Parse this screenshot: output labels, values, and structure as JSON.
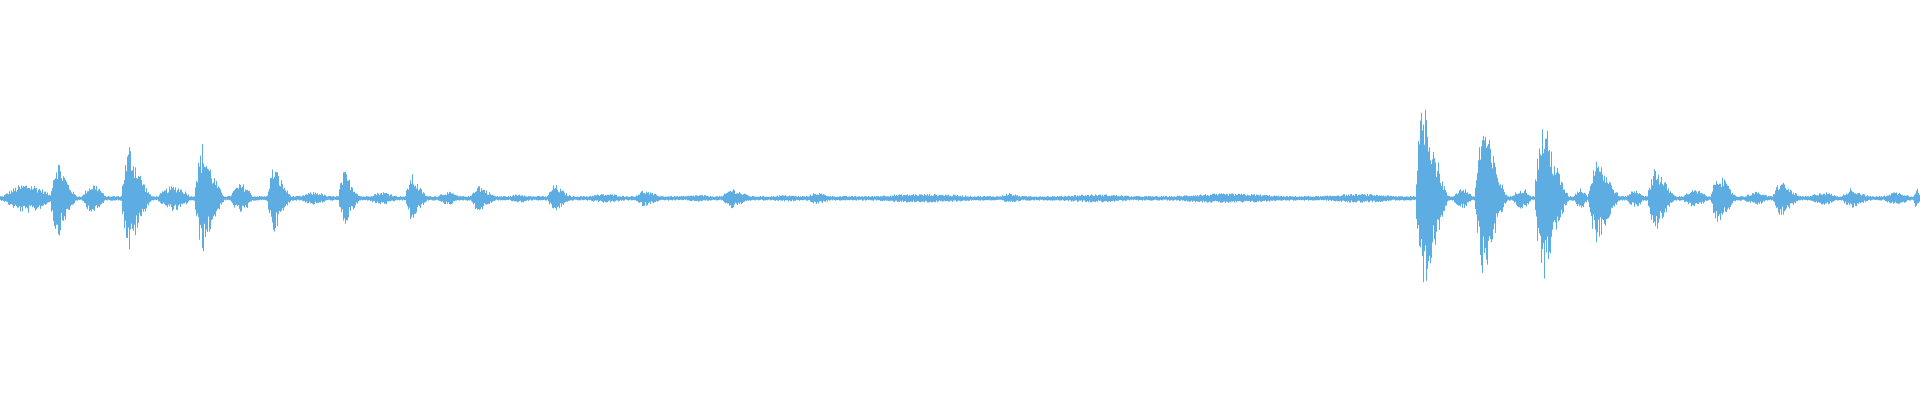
{
  "waveform": {
    "color": "#5DADE2",
    "background": "#FFFFFF",
    "bursts": [
      {
        "start": 0.0,
        "end": 0.028,
        "amplitude": 0.07,
        "shape": "soft"
      },
      {
        "start": 0.026,
        "end": 0.041,
        "amplitude": 0.2,
        "shape": "burst"
      },
      {
        "start": 0.042,
        "end": 0.055,
        "amplitude": 0.07,
        "shape": "soft"
      },
      {
        "start": 0.063,
        "end": 0.08,
        "amplitude": 0.27,
        "shape": "burst"
      },
      {
        "start": 0.081,
        "end": 0.1,
        "amplitude": 0.06,
        "shape": "soft"
      },
      {
        "start": 0.101,
        "end": 0.118,
        "amplitude": 0.27,
        "shape": "burst"
      },
      {
        "start": 0.119,
        "end": 0.132,
        "amplitude": 0.07,
        "shape": "soft"
      },
      {
        "start": 0.139,
        "end": 0.153,
        "amplitude": 0.17,
        "shape": "burst"
      },
      {
        "start": 0.155,
        "end": 0.172,
        "amplitude": 0.03,
        "shape": "soft"
      },
      {
        "start": 0.176,
        "end": 0.189,
        "amplitude": 0.14,
        "shape": "burst"
      },
      {
        "start": 0.19,
        "end": 0.208,
        "amplitude": 0.03,
        "shape": "soft"
      },
      {
        "start": 0.211,
        "end": 0.224,
        "amplitude": 0.12,
        "shape": "burst"
      },
      {
        "start": 0.226,
        "end": 0.24,
        "amplitude": 0.03,
        "shape": "soft"
      },
      {
        "start": 0.245,
        "end": 0.261,
        "amplitude": 0.07,
        "shape": "burst"
      },
      {
        "start": 0.263,
        "end": 0.278,
        "amplitude": 0.02,
        "shape": "soft"
      },
      {
        "start": 0.285,
        "end": 0.3,
        "amplitude": 0.07,
        "shape": "burst"
      },
      {
        "start": 0.301,
        "end": 0.33,
        "amplitude": 0.02,
        "shape": "soft"
      },
      {
        "start": 0.33,
        "end": 0.35,
        "amplitude": 0.04,
        "shape": "burst"
      },
      {
        "start": 0.352,
        "end": 0.375,
        "amplitude": 0.015,
        "shape": "soft"
      },
      {
        "start": 0.376,
        "end": 0.396,
        "amplitude": 0.05,
        "shape": "burst"
      },
      {
        "start": 0.397,
        "end": 0.42,
        "amplitude": 0.015,
        "shape": "soft"
      },
      {
        "start": 0.42,
        "end": 0.44,
        "amplitude": 0.03,
        "shape": "burst"
      },
      {
        "start": 0.441,
        "end": 0.52,
        "amplitude": 0.02,
        "shape": "soft"
      },
      {
        "start": 0.52,
        "end": 0.54,
        "amplitude": 0.025,
        "shape": "burst"
      },
      {
        "start": 0.541,
        "end": 0.6,
        "amplitude": 0.018,
        "shape": "soft"
      },
      {
        "start": 0.6,
        "end": 0.68,
        "amplitude": 0.022,
        "shape": "soft"
      },
      {
        "start": 0.68,
        "end": 0.735,
        "amplitude": 0.02,
        "shape": "soft"
      },
      {
        "start": 0.737,
        "end": 0.755,
        "amplitude": 0.53,
        "shape": "burst"
      },
      {
        "start": 0.756,
        "end": 0.767,
        "amplitude": 0.05,
        "shape": "soft"
      },
      {
        "start": 0.768,
        "end": 0.786,
        "amplitude": 0.4,
        "shape": "burst"
      },
      {
        "start": 0.787,
        "end": 0.798,
        "amplitude": 0.05,
        "shape": "soft"
      },
      {
        "start": 0.799,
        "end": 0.818,
        "amplitude": 0.4,
        "shape": "burst"
      },
      {
        "start": 0.819,
        "end": 0.827,
        "amplitude": 0.05,
        "shape": "soft"
      },
      {
        "start": 0.827,
        "end": 0.845,
        "amplitude": 0.23,
        "shape": "burst"
      },
      {
        "start": 0.846,
        "end": 0.857,
        "amplitude": 0.04,
        "shape": "soft"
      },
      {
        "start": 0.858,
        "end": 0.874,
        "amplitude": 0.17,
        "shape": "burst"
      },
      {
        "start": 0.875,
        "end": 0.89,
        "amplitude": 0.04,
        "shape": "soft"
      },
      {
        "start": 0.891,
        "end": 0.906,
        "amplitude": 0.14,
        "shape": "burst"
      },
      {
        "start": 0.907,
        "end": 0.922,
        "amplitude": 0.03,
        "shape": "soft"
      },
      {
        "start": 0.923,
        "end": 0.94,
        "amplitude": 0.09,
        "shape": "burst"
      },
      {
        "start": 0.941,
        "end": 0.958,
        "amplitude": 0.03,
        "shape": "soft"
      },
      {
        "start": 0.959,
        "end": 0.978,
        "amplitude": 0.05,
        "shape": "burst"
      },
      {
        "start": 0.979,
        "end": 0.996,
        "amplitude": 0.03,
        "shape": "soft"
      },
      {
        "start": 0.996,
        "end": 1.0,
        "amplitude": 0.05,
        "shape": "soft"
      }
    ],
    "baseline_amplitude": 0.01
  }
}
